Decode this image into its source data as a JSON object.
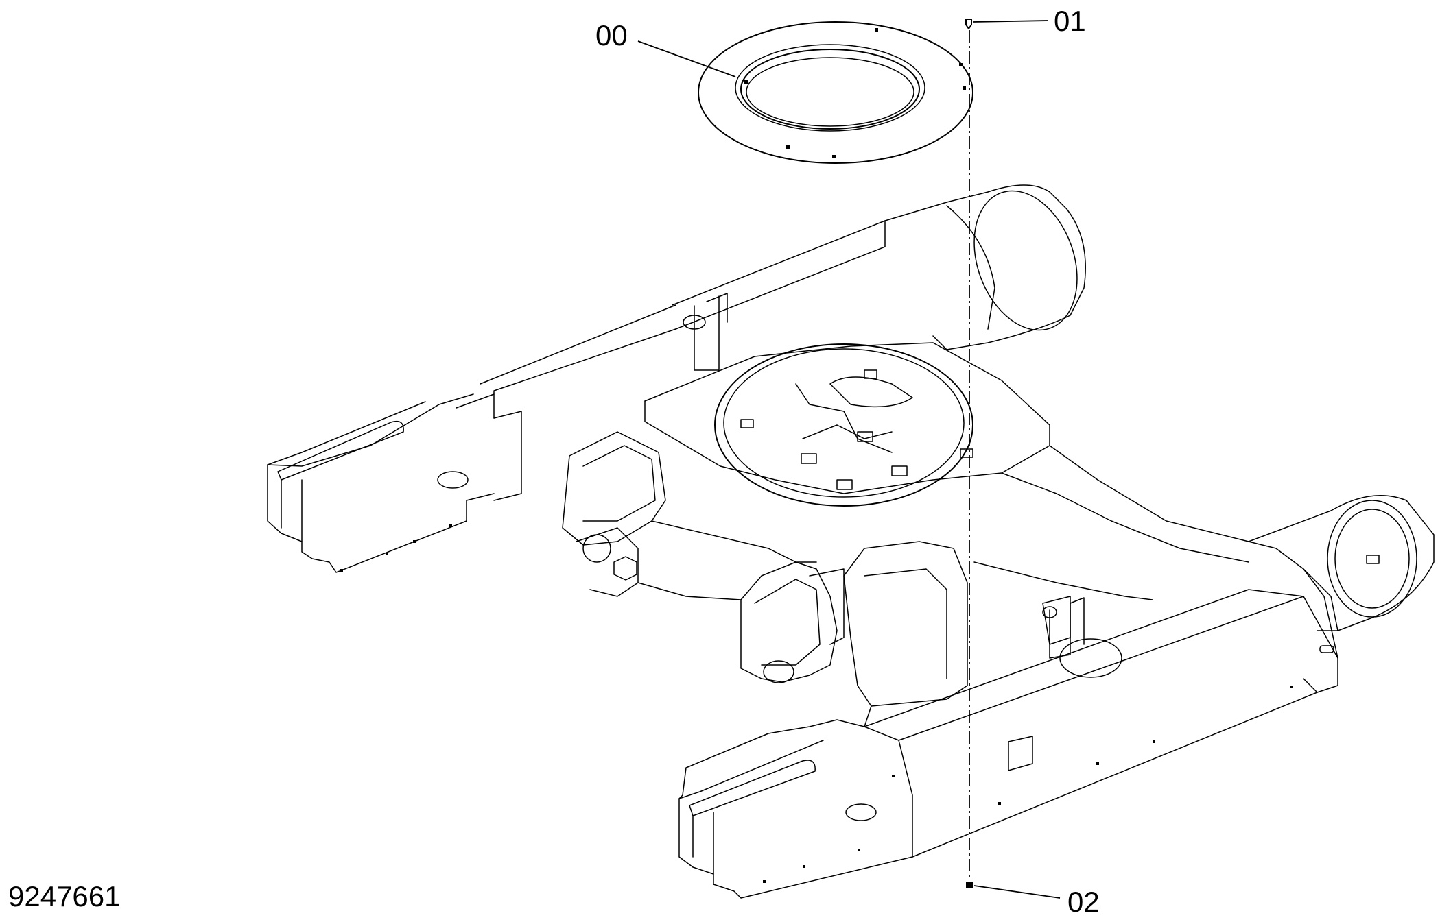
{
  "diagram": {
    "callouts": [
      {
        "id": "part-00",
        "label": "00"
      },
      {
        "id": "part-01",
        "label": "01"
      },
      {
        "id": "part-02",
        "label": "02"
      }
    ],
    "drawing_number": "9247661"
  }
}
